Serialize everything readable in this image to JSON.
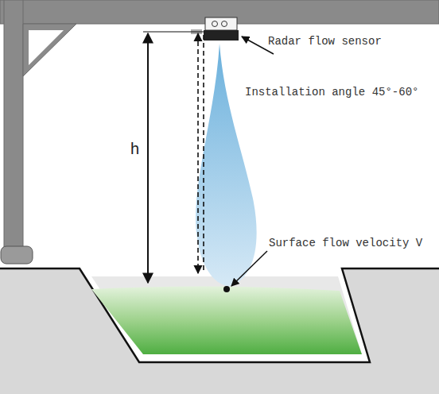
{
  "diagram": {
    "labels": [
      "Radar flow sensor",
      "Installation angle 45°-60°",
      "h",
      "Surface flow velocity V"
    ]
  }
}
